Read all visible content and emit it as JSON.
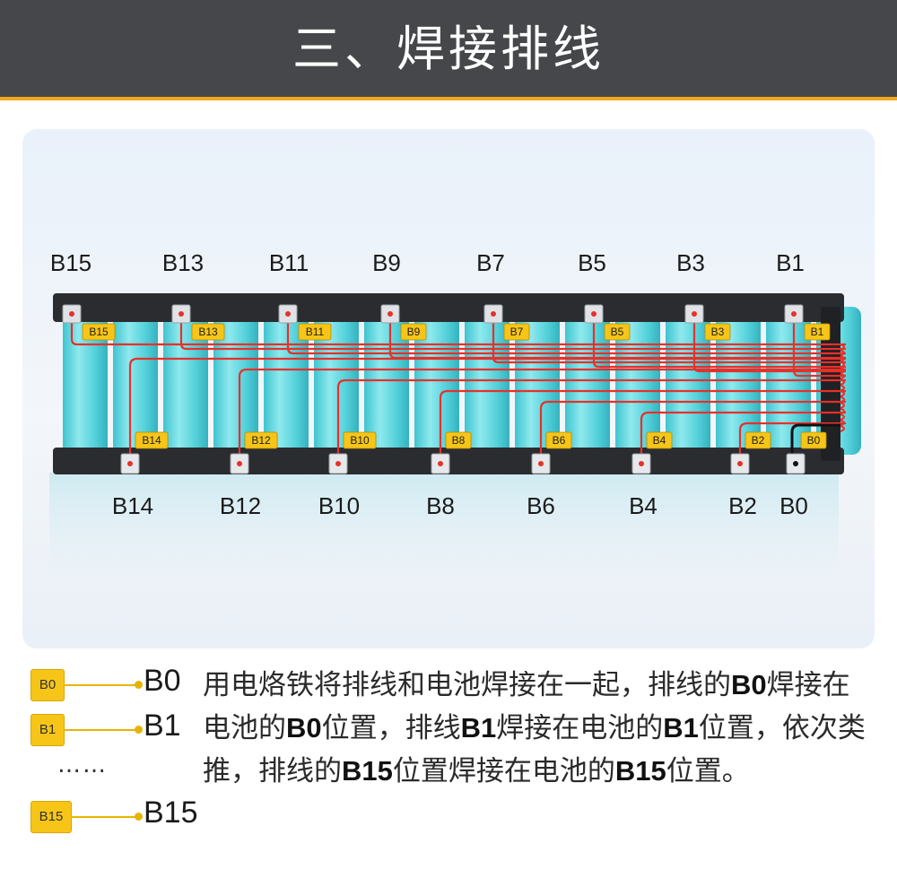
{
  "header": {
    "title": "三、焊接排线"
  },
  "diagram": {
    "top_labels": [
      "B15",
      "B13",
      "B11",
      "B9",
      "B7",
      "B5",
      "B3",
      "B1"
    ],
    "bottom_labels": [
      "B14",
      "B12",
      "B10",
      "B8",
      "B6",
      "B4",
      "B2",
      "B0"
    ],
    "top_tags": [
      "B15",
      "B13",
      "B11",
      "B9",
      "B7",
      "B5",
      "B3",
      "B1"
    ],
    "bottom_tags": [
      "B14",
      "B12",
      "B10",
      "B8",
      "B6",
      "B4",
      "B2",
      "B0"
    ]
  },
  "legend": {
    "rows": [
      {
        "chip": "B0",
        "label": "B0"
      },
      {
        "chip": "B1",
        "label": "B1"
      },
      {
        "chip": "B15",
        "label": "B15"
      }
    ],
    "ellipsis": "……"
  },
  "description": {
    "p1": "用电烙铁将排线和电池焊接在一起，排线的",
    "b1": "B0",
    "p2": "焊接在电池的",
    "b2": "B0",
    "p3": "位置，排线",
    "b3": "B1",
    "p4": "焊接在电池的",
    "b4": "B1",
    "p5": "位置，依次类推，排线的",
    "b5": "B15",
    "p6": "位置焊接在电池的",
    "b6": "B15",
    "p7": "位置。"
  },
  "colors": {
    "header_bg": "#45474a",
    "accent": "#f2a81c",
    "wire": "#e8302a",
    "cell": "#5fd6df",
    "tag": "#f6c518"
  }
}
